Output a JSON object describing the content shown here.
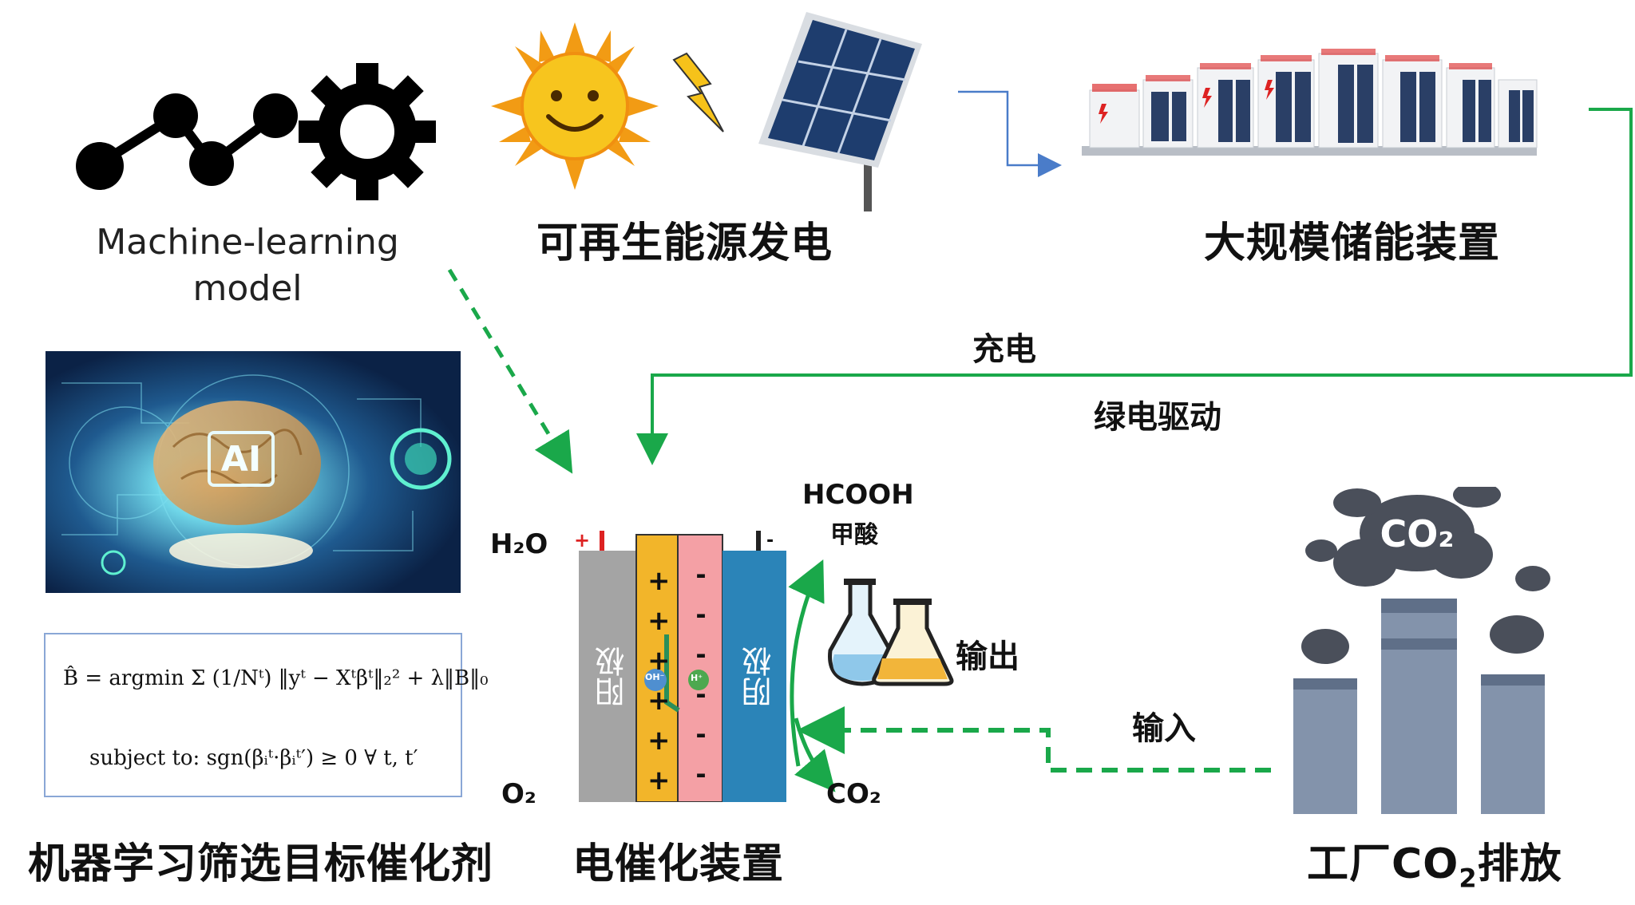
{
  "ml_model": {
    "line1": "Machine-learning",
    "line2": "model"
  },
  "ai_badge": "AI",
  "formula": {
    "line1": "B̂ = argmin Σ (1/Nᵗ) ‖yᵗ − Xᵗβᵗ‖₂² + λ‖B‖₀",
    "line2": "subject to: sgn(βᵢᵗ·βᵢᵗ′) ≥ 0 ∀ t, t′"
  },
  "captions": {
    "ml_screen": "机器学习筛选目标催化剂",
    "renewable": "可再生能源发电",
    "storage": "大规模储能装置",
    "device": "电催化装置",
    "factory_prefix": "工厂CO",
    "factory_sub": "2",
    "factory_suffix": "排放"
  },
  "flow_labels": {
    "charge": "充电",
    "green_drive": "绿电驱动",
    "output": "输出",
    "input": "输入"
  },
  "cell": {
    "left_electrode": "阳极",
    "right_electrode": "阴极",
    "plus": "+",
    "minus": "-",
    "oh_ion": "OH⁻",
    "h_ion": "H⁺",
    "h2o": "H₂O",
    "o2": "O₂",
    "co2": "CO₂",
    "hcooh": "HCOOH",
    "formic_acid": "甲酸"
  },
  "smoke_label": "CO₂",
  "colors": {
    "green_arrow": "#1aa84a",
    "blue_arrow": "#4a7cc9",
    "anode": "#9e9e9e",
    "plus_layer": "#f3b52a",
    "minus_layer": "#f29a9f",
    "cathode": "#2b84b8",
    "chimney": "#7a8aa3"
  }
}
